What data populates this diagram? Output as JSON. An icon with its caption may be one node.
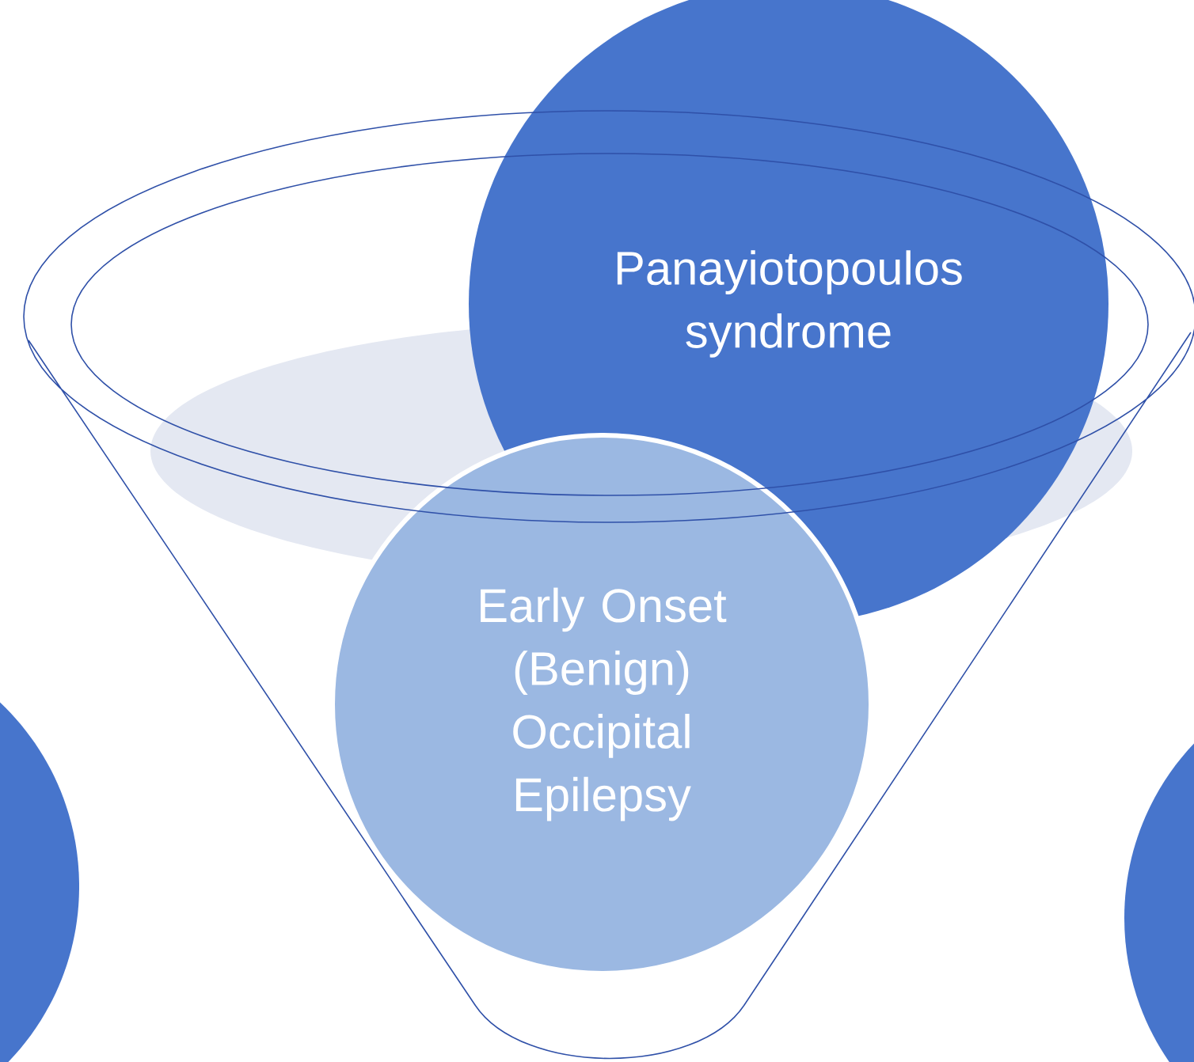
{
  "diagram": {
    "nodes": [
      {
        "text": [
          "Panayiotopoulos syndrome"
        ]
      },
      {
        "text": [
          "Early Onset (Benign) Occipital Epilepsy"
        ]
      },
      {
        "text": [],
        "shape": "circle"
      },
      {
        "text": [],
        "shape": "circle"
      }
    ]
  }
}
